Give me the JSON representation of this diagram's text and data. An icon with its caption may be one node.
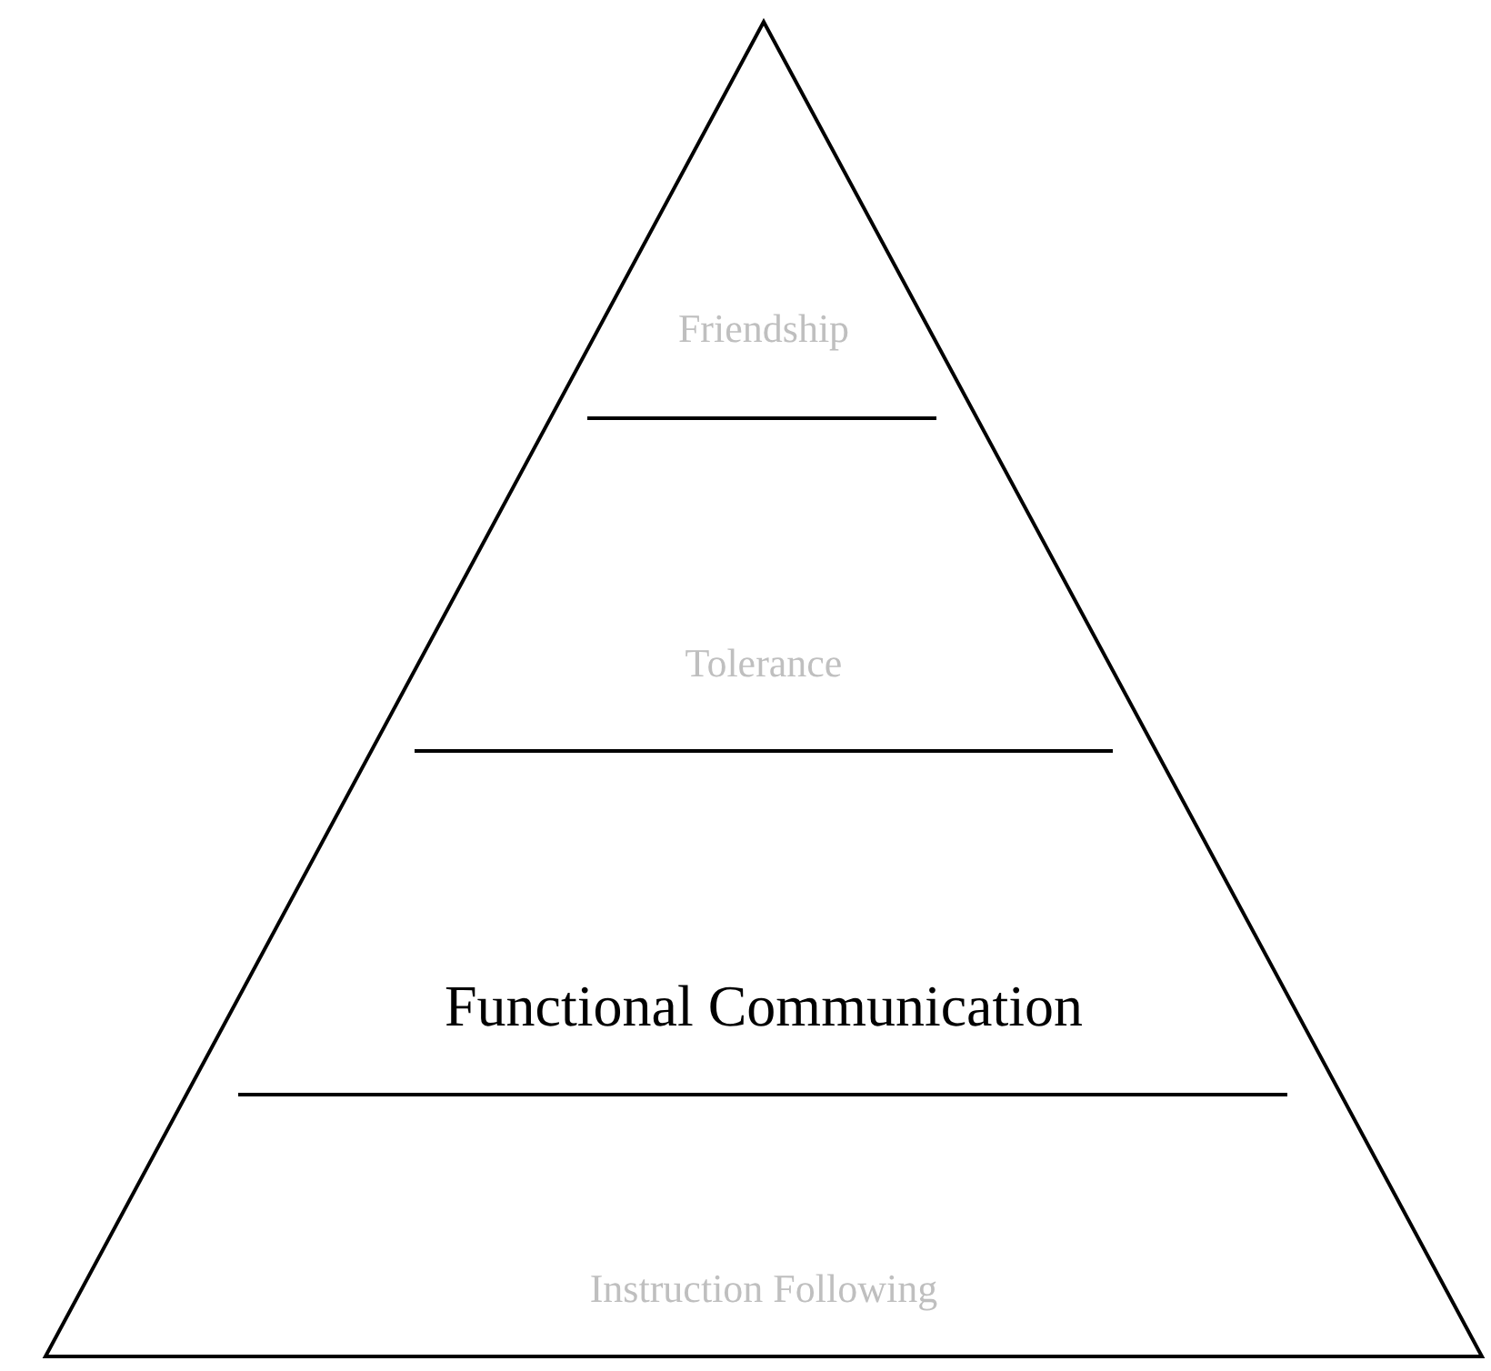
{
  "diagram": {
    "nodes": [
      {
        "text": [],
        "shape": "triangle"
      },
      {
        "text": [
          "Friendship"
        ],
        "in": 0
      },
      {
        "text": [
          "Tolerance"
        ],
        "in": 0
      },
      {
        "text": [
          "Functional Communication"
        ],
        "in": 0
      },
      {
        "text": [
          "Instruction Following"
        ],
        "in": 0
      }
    ]
  }
}
